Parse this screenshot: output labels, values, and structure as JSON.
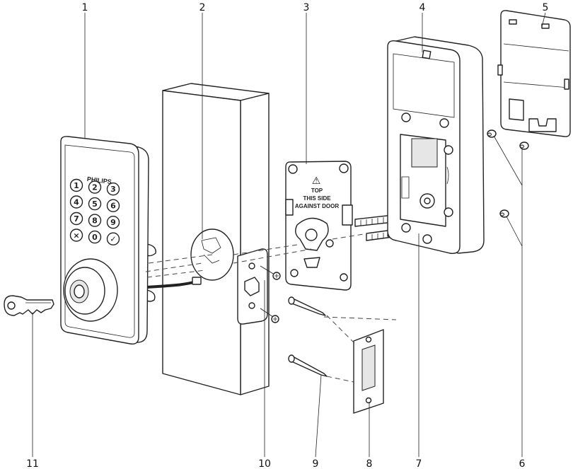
{
  "callouts": {
    "c1": "1",
    "c2": "2",
    "c3": "3",
    "c4": "4",
    "c5": "5",
    "c6": "6",
    "c7": "7",
    "c8": "8",
    "c9": "9",
    "c10": "10",
    "c11": "11"
  },
  "keypad": {
    "brand": "PHILIPS",
    "keys": [
      "1",
      "2",
      "3",
      "4",
      "5",
      "6",
      "7",
      "8",
      "9",
      "×",
      "0",
      "✓"
    ]
  },
  "mounting_plate": {
    "warning_symbol": "⚠",
    "line1": "TOP",
    "line2": "THIS SIDE",
    "line3": "AGAINST DOOR"
  }
}
